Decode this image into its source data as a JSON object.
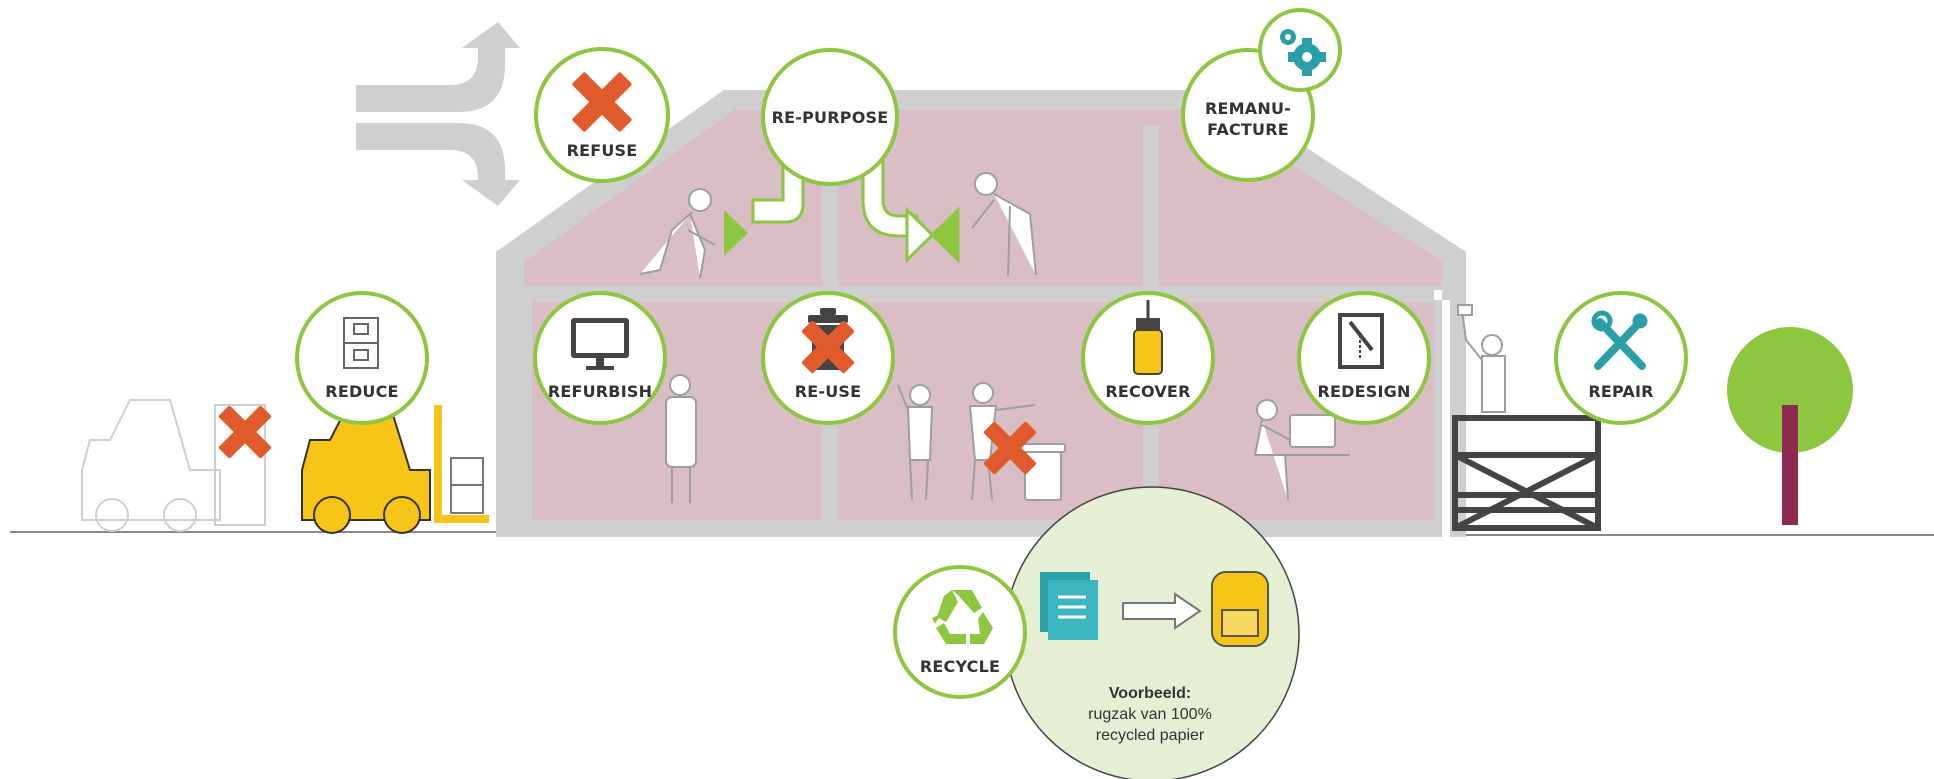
{
  "labels": {
    "refuse": "REFUSE",
    "repurpose": "RE-PURPOSE",
    "remanufacture_line1": "REMANU-",
    "remanufacture_line2": "FACTURE",
    "reduce": "REDUCE",
    "refurbish": "REFURBISH",
    "reuse": "RE-USE",
    "recover": "RECOVER",
    "redesign": "REDESIGN",
    "repair": "REPAIR",
    "recycle": "RECYCLE"
  },
  "example": {
    "title": "Voorbeeld:",
    "line1": "rugzak van 100%",
    "line2": "recycled papier"
  },
  "icons": [
    "red-cross-icon",
    "gears-icon",
    "boxes-icon",
    "monitor-icon",
    "trash-bin-icon",
    "lamp-icon",
    "blueprint-icon",
    "tools-icon",
    "recycle-icon",
    "document-icon",
    "arrow-icon",
    "backpack-icon",
    "forklift-icon",
    "tree-icon",
    "scaffold-icon",
    "house-icon"
  ],
  "colors": {
    "green": "#8dc63f",
    "red": "#e05a2b",
    "yellow": "#f7c518",
    "teal": "#2a9fa8",
    "room": "#d9bfc5",
    "wall": "#cfcfcf",
    "tree_trunk": "#8c2a52",
    "light_green": "#e4efd3"
  }
}
